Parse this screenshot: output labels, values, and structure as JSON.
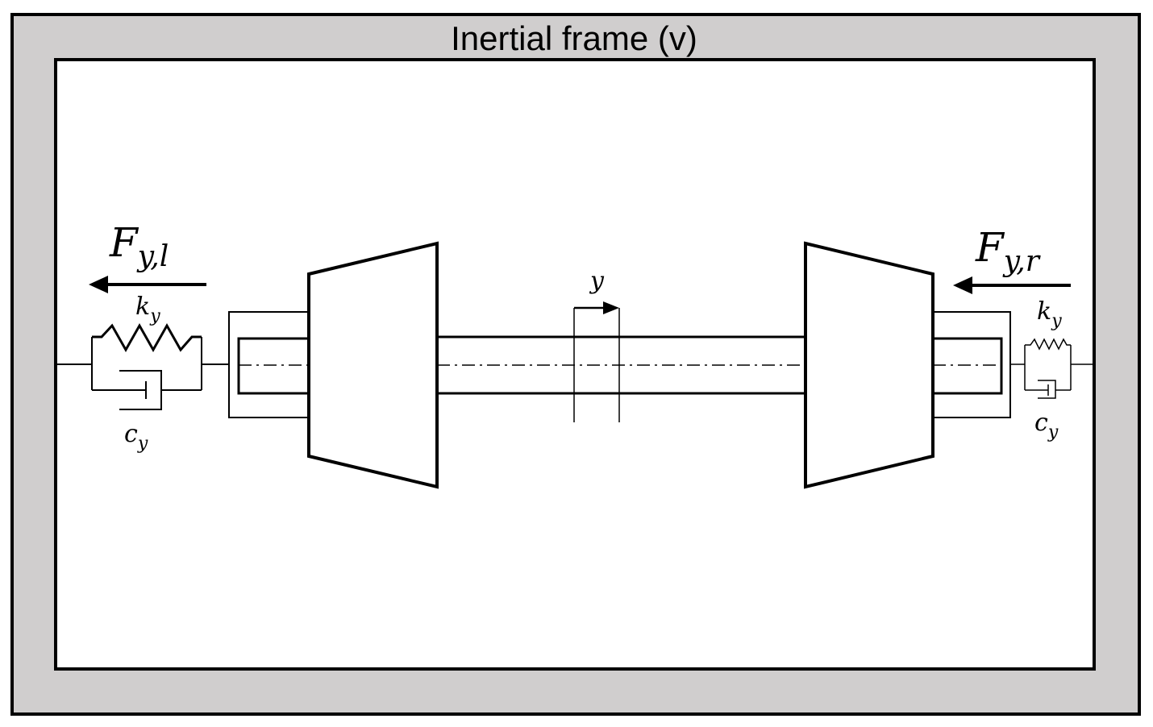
{
  "frame": {
    "title": "Inertial frame (v)",
    "border_color": "#000000",
    "fill_color": "#d0cece"
  },
  "labels": {
    "force_left": {
      "main": "F",
      "sub": "y,l"
    },
    "force_right": {
      "main": "F",
      "sub": "y,r"
    },
    "spring_left": {
      "main": "k",
      "sub": "y"
    },
    "spring_right": {
      "main": "k",
      "sub": "y"
    },
    "damper_left": {
      "main": "c",
      "sub": "y"
    },
    "damper_right": {
      "main": "c",
      "sub": "y"
    },
    "displacement": "y"
  }
}
